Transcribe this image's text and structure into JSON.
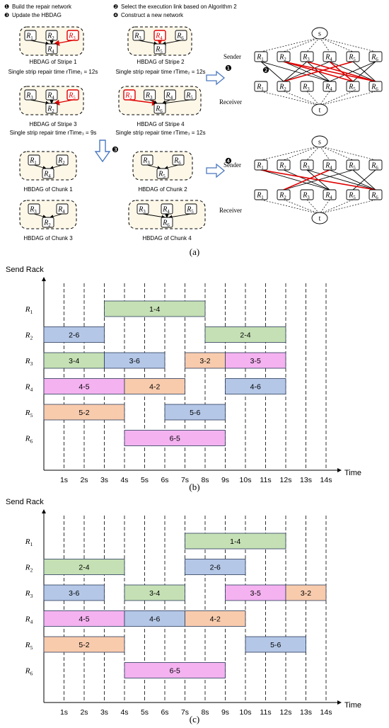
{
  "legend": [
    {
      "num": "❶",
      "text": "Build the repair network"
    },
    {
      "num": "❸",
      "text": "Update the HBDAG"
    },
    {
      "num": "❷",
      "text": "Select the execution link based on Algorithm 2"
    },
    {
      "num": "❹",
      "text": "Construct a new network"
    }
  ],
  "stripes": [
    {
      "title": "HBDAG of Stripe 1",
      "repair": "Single strip repair time rTime₁ = 12s"
    },
    {
      "title": "HBDAG of Stripe 2",
      "repair": "Single strip repair time rTime₂ = 12s"
    },
    {
      "title": "HBDAG of Stripe 3",
      "repair": "Single strip repair time rTime₃ = 9s"
    },
    {
      "title": "HBDAG of Stripe 4",
      "repair": "Single strip repair time rTime₃ = 12s"
    }
  ],
  "chunks": [
    {
      "title": "HBDAG of Chunk 1"
    },
    {
      "title": "HBDAG of Chunk 2"
    },
    {
      "title": "HBDAG of Chunk 3"
    },
    {
      "title": "HBDAG of Chunk 4"
    }
  ],
  "rack_labels": [
    "R1",
    "R2",
    "R3",
    "R4",
    "R5",
    "R6"
  ],
  "network": {
    "source": "s",
    "sink": "t",
    "sender": "Sender",
    "receiver": "Receiver",
    "step1": "❶",
    "step2": "❷",
    "step4": "❹"
  },
  "step3_marker": "❸",
  "panel_labels": {
    "a": "(a)",
    "b": "(b)",
    "c": "(c)"
  },
  "gantt_common": {
    "y_title": "Send Rack",
    "x_title": "Time",
    "ticks": [
      "1s",
      "2s",
      "3s",
      "4s",
      "5s",
      "6s",
      "7s",
      "8s",
      "9s",
      "10s",
      "11s",
      "12s",
      "13s",
      "14s"
    ],
    "rows": [
      "R1",
      "R2",
      "R3",
      "R4",
      "R5",
      "R6"
    ]
  },
  "colors": {
    "green": "#c5e0b4",
    "blue": "#b4c7e7",
    "pink": "#f4b2f0",
    "orange": "#f8cbad",
    "red": "#e00000"
  },
  "gantt_b": [
    {
      "row": 0,
      "start": 3,
      "end": 8,
      "label": "1-4",
      "color": "green"
    },
    {
      "row": 1,
      "start": 0,
      "end": 3,
      "label": "2-6",
      "color": "blue"
    },
    {
      "row": 1,
      "start": 8,
      "end": 12,
      "label": "2-4",
      "color": "green"
    },
    {
      "row": 2,
      "start": 0,
      "end": 3,
      "label": "3-4",
      "color": "green"
    },
    {
      "row": 2,
      "start": 3,
      "end": 6,
      "label": "3-6",
      "color": "blue"
    },
    {
      "row": 2,
      "start": 7,
      "end": 9,
      "label": "3-2",
      "color": "orange"
    },
    {
      "row": 2,
      "start": 9,
      "end": 12,
      "label": "3-5",
      "color": "pink"
    },
    {
      "row": 3,
      "start": 0,
      "end": 4,
      "label": "4-5",
      "color": "pink"
    },
    {
      "row": 3,
      "start": 4,
      "end": 7,
      "label": "4-2",
      "color": "orange"
    },
    {
      "row": 3,
      "start": 9,
      "end": 12,
      "label": "4-6",
      "color": "blue"
    },
    {
      "row": 4,
      "start": 0,
      "end": 4,
      "label": "5-2",
      "color": "orange"
    },
    {
      "row": 4,
      "start": 6,
      "end": 9,
      "label": "5-6",
      "color": "blue"
    },
    {
      "row": 5,
      "start": 4,
      "end": 9,
      "label": "6-5",
      "color": "pink"
    }
  ],
  "gantt_c": [
    {
      "row": 0,
      "start": 7,
      "end": 12,
      "label": "1-4",
      "color": "green"
    },
    {
      "row": 1,
      "start": 0,
      "end": 4,
      "label": "2-4",
      "color": "green"
    },
    {
      "row": 1,
      "start": 7,
      "end": 10,
      "label": "2-6",
      "color": "blue"
    },
    {
      "row": 2,
      "start": 0,
      "end": 3,
      "label": "3-6",
      "color": "blue"
    },
    {
      "row": 2,
      "start": 4,
      "end": 7,
      "label": "3-4",
      "color": "green"
    },
    {
      "row": 2,
      "start": 9,
      "end": 12,
      "label": "3-5",
      "color": "pink"
    },
    {
      "row": 2,
      "start": 12,
      "end": 14,
      "label": "3-2",
      "color": "orange"
    },
    {
      "row": 3,
      "start": 0,
      "end": 4,
      "label": "4-5",
      "color": "pink"
    },
    {
      "row": 3,
      "start": 4,
      "end": 7,
      "label": "4-6",
      "color": "blue"
    },
    {
      "row": 3,
      "start": 7,
      "end": 10,
      "label": "4-2",
      "color": "orange"
    },
    {
      "row": 4,
      "start": 0,
      "end": 4,
      "label": "5-2",
      "color": "orange"
    },
    {
      "row": 4,
      "start": 10,
      "end": 13,
      "label": "5-6",
      "color": "blue"
    },
    {
      "row": 5,
      "start": 4,
      "end": 9,
      "label": "6-5",
      "color": "pink"
    }
  ]
}
